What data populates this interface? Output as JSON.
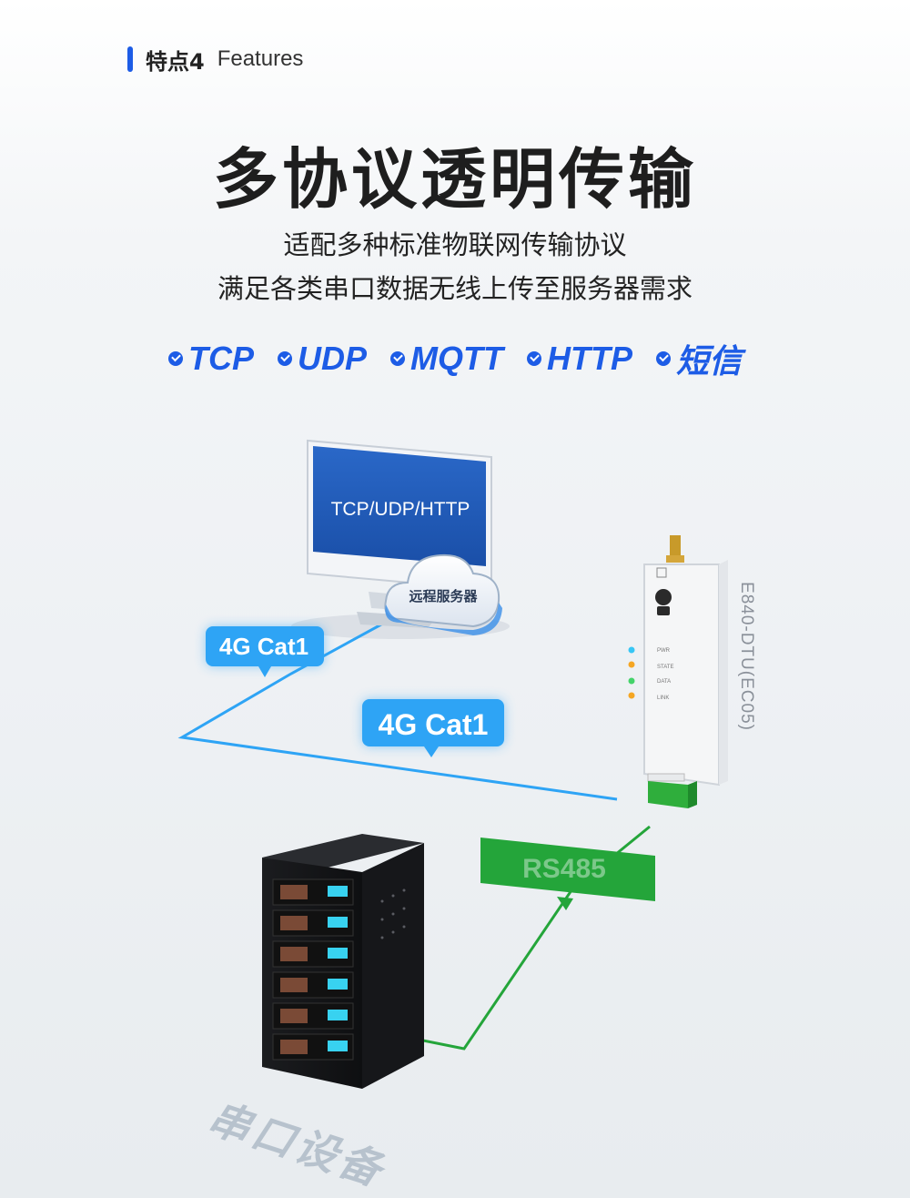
{
  "header": {
    "tag_cn": "特点4",
    "tag_en": "Features"
  },
  "title": "多协议透明传输",
  "subtitle_lines": [
    "适配多种标准物联网传输协议",
    "满足各类串口数据无线上传至服务器需求"
  ],
  "protocols": [
    "TCP",
    "UDP",
    "MQTT",
    "HTTP",
    "短信"
  ],
  "diagram": {
    "monitor_text": "TCP/UDP/HTTP",
    "cloud_label": "远程服务器",
    "link_label_1": "4G Cat1",
    "link_label_2": "4G Cat1",
    "serial_link_label": "RS485",
    "device_name": "E840-DTU(EC05)",
    "device_indicators": [
      "PWR",
      "STATE",
      "DATA",
      "LINK"
    ],
    "serial_device_label": "串口设备"
  },
  "colors": {
    "accent": "#1d5ce6",
    "link_blue": "#2ea4f5",
    "rs485_green": "#24a53a"
  },
  "icons": [
    "check-circle-icon",
    "monitor-icon",
    "cloud-icon",
    "dtu-device-icon",
    "server-rack-icon"
  ]
}
